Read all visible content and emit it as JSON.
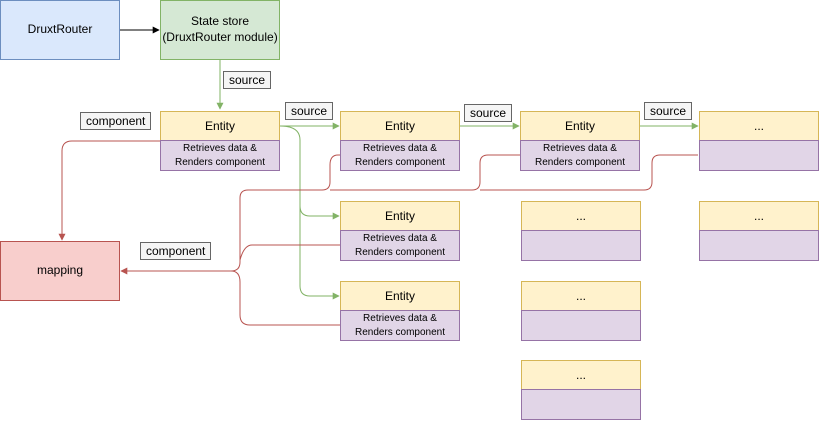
{
  "router": {
    "label": "DruxtRouter"
  },
  "store": {
    "line1": "State store",
    "line2": "(DruxtRouter module)"
  },
  "mapping": {
    "label": "mapping"
  },
  "entity_title": "Entity",
  "entity_body_line1": "Retrieves data &",
  "entity_body_line2": "Renders component",
  "placeholder_title": "...",
  "edge_labels": {
    "source": "source",
    "component": "component"
  },
  "colors": {
    "router_fill": "#dae8fc",
    "router_stroke": "#6c8ebf",
    "store_fill": "#d5e8d4",
    "store_stroke": "#82b366",
    "mapping_fill": "#f8cecc",
    "mapping_stroke": "#b85450",
    "entity_head_fill": "#fff2cc",
    "entity_head_stroke": "#d6b656",
    "entity_body_fill": "#e1d5e7",
    "entity_body_stroke": "#9673a6",
    "source_edge": "#82b366",
    "component_edge": "#b85450"
  }
}
